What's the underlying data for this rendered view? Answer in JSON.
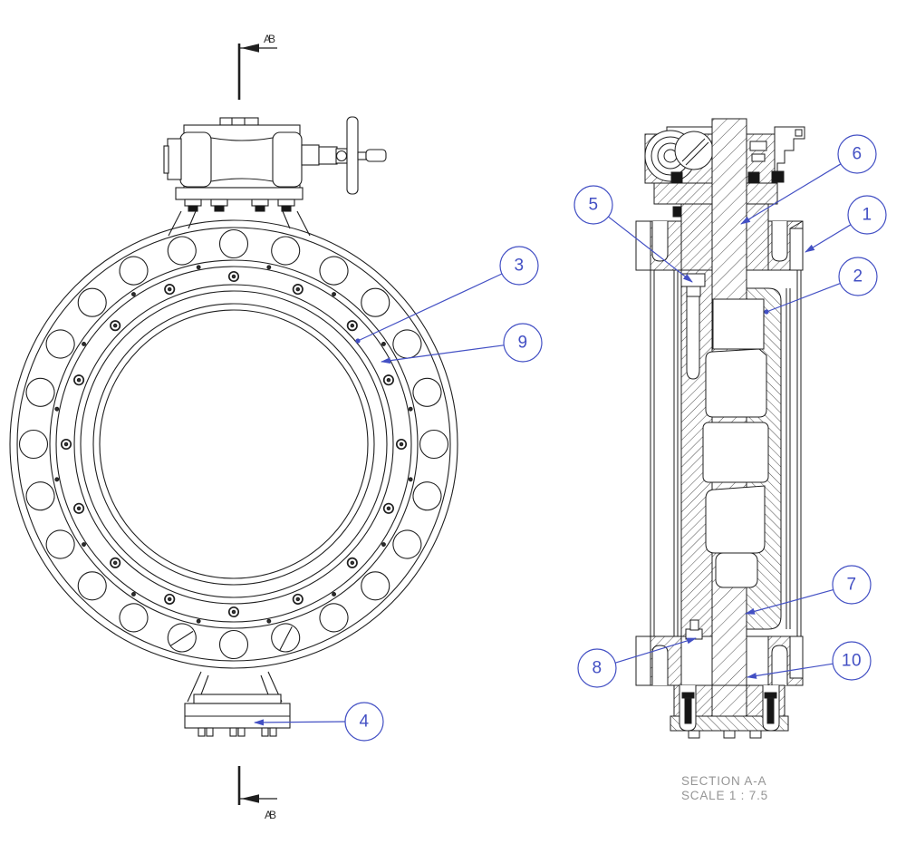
{
  "drawing": {
    "caption": {
      "line1": "SECTION A-A",
      "line2": "SCALE 1 : 7.5"
    },
    "section_markers": {
      "top": {
        "letters": [
          "A",
          "B"
        ]
      },
      "bottom": {
        "letters": [
          "A",
          "B"
        ]
      }
    },
    "balloons": [
      {
        "label": "1"
      },
      {
        "label": "2"
      },
      {
        "label": "3"
      },
      {
        "label": "4"
      },
      {
        "label": "5"
      },
      {
        "label": "6"
      },
      {
        "label": "7"
      },
      {
        "label": "8"
      },
      {
        "label": "9"
      },
      {
        "label": "10"
      }
    ],
    "colors": {
      "line": "#1f1f1f",
      "annotation": "#4350c4",
      "caption": "#959595",
      "background": "#ffffff"
    }
  }
}
